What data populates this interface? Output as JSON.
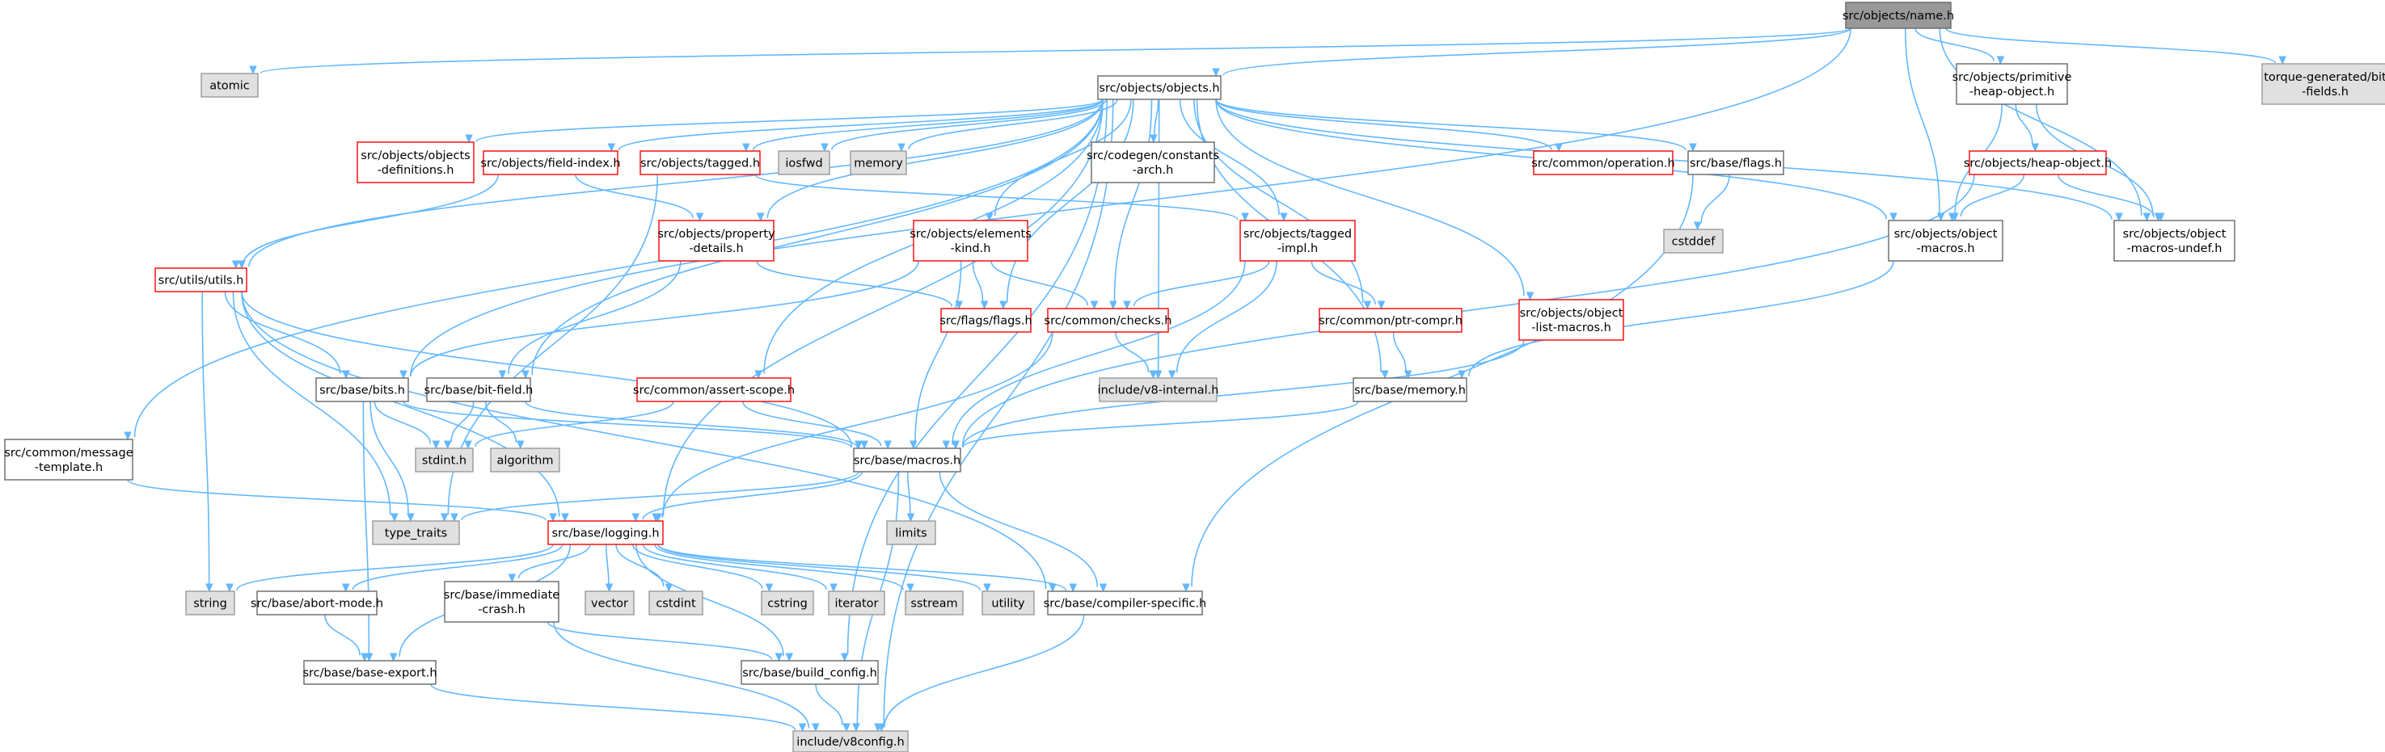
{
  "colors": {
    "root_fill": "#999999",
    "root_stroke": "#666666",
    "normal_fill": "#ffffff",
    "normal_stroke": "#666666",
    "red_stroke": "#ff0000",
    "system_fill": "#e0e0e0",
    "system_stroke": "#999999",
    "edge": "#63b8ff"
  },
  "nodes": {
    "name_h": {
      "lines": [
        "src/objects/name.h"
      ],
      "kind": "root"
    },
    "atomic": {
      "lines": [
        "atomic"
      ],
      "kind": "system"
    },
    "objects_h": {
      "lines": [
        "src/objects/objects.h"
      ],
      "kind": "normal"
    },
    "primitive_heap": {
      "lines": [
        "src/objects/primitive",
        "-heap-object.h"
      ],
      "kind": "normal"
    },
    "torque_bitfields": {
      "lines": [
        "torque-generated/bit",
        "-fields.h"
      ],
      "kind": "system"
    },
    "objects_definitions": {
      "lines": [
        "src/objects/objects",
        "-definitions.h"
      ],
      "kind": "red"
    },
    "field_index": {
      "lines": [
        "src/objects/field-index.h"
      ],
      "kind": "red"
    },
    "tagged_h": {
      "lines": [
        "src/objects/tagged.h"
      ],
      "kind": "red"
    },
    "iosfwd": {
      "lines": [
        "iosfwd"
      ],
      "kind": "system"
    },
    "memory": {
      "lines": [
        "memory"
      ],
      "kind": "system"
    },
    "codegen_constants": {
      "lines": [
        "src/codegen/constants",
        "-arch.h"
      ],
      "kind": "normal"
    },
    "common_operation": {
      "lines": [
        "src/common/operation.h"
      ],
      "kind": "red"
    },
    "base_flags": {
      "lines": [
        "src/base/flags.h"
      ],
      "kind": "normal"
    },
    "heap_object": {
      "lines": [
        "src/objects/heap-object.h"
      ],
      "kind": "red"
    },
    "cstddef": {
      "lines": [
        "cstddef"
      ],
      "kind": "system"
    },
    "object_macros": {
      "lines": [
        "src/objects/object",
        "-macros.h"
      ],
      "kind": "normal"
    },
    "object_macros_undef": {
      "lines": [
        "src/objects/object",
        "-macros-undef.h"
      ],
      "kind": "normal"
    },
    "property_details": {
      "lines": [
        "src/objects/property",
        "-details.h"
      ],
      "kind": "red"
    },
    "elements_kind": {
      "lines": [
        "src/objects/elements",
        "-kind.h"
      ],
      "kind": "red"
    },
    "tagged_impl": {
      "lines": [
        "src/objects/tagged",
        "-impl.h"
      ],
      "kind": "red"
    },
    "object_list_macros": {
      "lines": [
        "src/objects/object",
        "-list-macros.h"
      ],
      "kind": "red"
    },
    "utils_h": {
      "lines": [
        "src/utils/utils.h"
      ],
      "kind": "red"
    },
    "flags_flags": {
      "lines": [
        "src/flags/flags.h"
      ],
      "kind": "red"
    },
    "common_checks": {
      "lines": [
        "src/common/checks.h"
      ],
      "kind": "red"
    },
    "ptr_compr": {
      "lines": [
        "src/common/ptr-compr.h"
      ],
      "kind": "red"
    },
    "v8_internal": {
      "lines": [
        "include/v8-internal.h"
      ],
      "kind": "system"
    },
    "base_bits": {
      "lines": [
        "src/base/bits.h"
      ],
      "kind": "normal"
    },
    "bit_field": {
      "lines": [
        "src/base/bit-field.h"
      ],
      "kind": "normal"
    },
    "assert_scope": {
      "lines": [
        "src/common/assert-scope.h"
      ],
      "kind": "red"
    },
    "base_memory": {
      "lines": [
        "src/base/memory.h"
      ],
      "kind": "normal"
    },
    "stdint_h": {
      "lines": [
        "stdint.h"
      ],
      "kind": "system"
    },
    "algorithm": {
      "lines": [
        "algorithm"
      ],
      "kind": "system"
    },
    "message_template": {
      "lines": [
        "src/common/message",
        "-template.h"
      ],
      "kind": "normal"
    },
    "base_macros": {
      "lines": [
        "src/base/macros.h"
      ],
      "kind": "normal"
    },
    "type_traits": {
      "lines": [
        "type_traits"
      ],
      "kind": "system"
    },
    "limits": {
      "lines": [
        "limits"
      ],
      "kind": "system"
    },
    "base_logging": {
      "lines": [
        "src/base/logging.h"
      ],
      "kind": "red"
    },
    "string": {
      "lines": [
        "string"
      ],
      "kind": "system"
    },
    "abort_mode": {
      "lines": [
        "src/base/abort-mode.h"
      ],
      "kind": "normal"
    },
    "immediate_crash": {
      "lines": [
        "src/base/immediate",
        "-crash.h"
      ],
      "kind": "normal"
    },
    "vector": {
      "lines": [
        "vector"
      ],
      "kind": "system"
    },
    "cstdint": {
      "lines": [
        "cstdint"
      ],
      "kind": "system"
    },
    "cstring": {
      "lines": [
        "cstring"
      ],
      "kind": "system"
    },
    "iterator": {
      "lines": [
        "iterator"
      ],
      "kind": "system"
    },
    "sstream": {
      "lines": [
        "sstream"
      ],
      "kind": "system"
    },
    "utility": {
      "lines": [
        "utility"
      ],
      "kind": "system"
    },
    "compiler_specific": {
      "lines": [
        "src/base/compiler-specific.h"
      ],
      "kind": "normal"
    },
    "base_export": {
      "lines": [
        "src/base/base-export.h"
      ],
      "kind": "normal"
    },
    "build_config": {
      "lines": [
        "src/base/build_config.h"
      ],
      "kind": "normal"
    },
    "v8config": {
      "lines": [
        "include/v8config.h"
      ],
      "kind": "system"
    }
  },
  "edges": [
    [
      "name_h",
      "atomic"
    ],
    [
      "name_h",
      "objects_h"
    ],
    [
      "name_h",
      "primitive_heap"
    ],
    [
      "name_h",
      "torque_bitfields"
    ],
    [
      "name_h",
      "object_macros"
    ],
    [
      "name_h",
      "object_macros_undef"
    ],
    [
      "name_h",
      "base_bits"
    ],
    [
      "objects_h",
      "objects_definitions"
    ],
    [
      "objects_h",
      "field_index"
    ],
    [
      "objects_h",
      "tagged_h"
    ],
    [
      "objects_h",
      "iosfwd"
    ],
    [
      "objects_h",
      "memory"
    ],
    [
      "objects_h",
      "codegen_constants"
    ],
    [
      "objects_h",
      "common_operation"
    ],
    [
      "objects_h",
      "base_flags"
    ],
    [
      "objects_h",
      "object_macros"
    ],
    [
      "objects_h",
      "object_macros_undef"
    ],
    [
      "objects_h",
      "property_details"
    ],
    [
      "objects_h",
      "elements_kind"
    ],
    [
      "objects_h",
      "tagged_impl"
    ],
    [
      "objects_h",
      "object_list_macros"
    ],
    [
      "objects_h",
      "utils_h"
    ],
    [
      "objects_h",
      "flags_flags"
    ],
    [
      "objects_h",
      "common_checks"
    ],
    [
      "objects_h",
      "ptr_compr"
    ],
    [
      "objects_h",
      "v8_internal"
    ],
    [
      "objects_h",
      "bit_field"
    ],
    [
      "objects_h",
      "assert_scope"
    ],
    [
      "objects_h",
      "base_memory"
    ],
    [
      "objects_h",
      "message_template"
    ],
    [
      "objects_h",
      "base_logging"
    ],
    [
      "objects_h",
      "build_config"
    ],
    [
      "objects_h",
      "v8config"
    ],
    [
      "primitive_heap",
      "heap_object"
    ],
    [
      "primitive_heap",
      "object_macros"
    ],
    [
      "primitive_heap",
      "object_macros_undef"
    ],
    [
      "heap_object",
      "object_macros"
    ],
    [
      "heap_object",
      "object_macros_undef"
    ],
    [
      "heap_object",
      "base_macros"
    ],
    [
      "base_flags",
      "cstddef"
    ],
    [
      "base_flags",
      "compiler_specific"
    ],
    [
      "object_macros",
      "base_memory"
    ],
    [
      "field_index",
      "property_details"
    ],
    [
      "field_index",
      "utils_h"
    ],
    [
      "tagged_h",
      "tagged_impl"
    ],
    [
      "tagged_h",
      "type_traits"
    ],
    [
      "property_details",
      "flags_flags"
    ],
    [
      "property_details",
      "bit_field"
    ],
    [
      "elements_kind",
      "flags_flags"
    ],
    [
      "elements_kind",
      "common_checks"
    ],
    [
      "elements_kind",
      "base_bits"
    ],
    [
      "elements_kind",
      "base_macros"
    ],
    [
      "tagged_impl",
      "common_checks"
    ],
    [
      "tagged_impl",
      "ptr_compr"
    ],
    [
      "tagged_impl",
      "v8_internal"
    ],
    [
      "tagged_impl",
      "base_macros"
    ],
    [
      "object_list_macros",
      "base_macros"
    ],
    [
      "common_checks",
      "v8_internal"
    ],
    [
      "common_checks",
      "base_logging"
    ],
    [
      "ptr_compr",
      "base_memory"
    ],
    [
      "base_memory",
      "base_macros"
    ],
    [
      "utils_h",
      "base_bits"
    ],
    [
      "utils_h",
      "base_macros"
    ],
    [
      "utils_h",
      "string"
    ],
    [
      "utils_h",
      "type_traits"
    ],
    [
      "utils_h",
      "base_logging"
    ],
    [
      "utils_h",
      "compiler_specific"
    ],
    [
      "base_bits",
      "stdint_h"
    ],
    [
      "base_bits",
      "type_traits"
    ],
    [
      "base_bits",
      "base_macros"
    ],
    [
      "base_bits",
      "base_export"
    ],
    [
      "bit_field",
      "stdint_h"
    ],
    [
      "bit_field",
      "algorithm"
    ],
    [
      "bit_field",
      "base_macros"
    ],
    [
      "assert_scope",
      "stdint_h"
    ],
    [
      "assert_scope",
      "base_macros"
    ],
    [
      "message_template",
      "base_logging"
    ],
    [
      "base_macros",
      "type_traits"
    ],
    [
      "base_macros",
      "limits"
    ],
    [
      "base_macros",
      "base_logging"
    ],
    [
      "base_macros",
      "compiler_specific"
    ],
    [
      "base_macros",
      "v8config"
    ],
    [
      "base_logging",
      "string"
    ],
    [
      "base_logging",
      "abort_mode"
    ],
    [
      "base_logging",
      "immediate_crash"
    ],
    [
      "base_logging",
      "vector"
    ],
    [
      "base_logging",
      "cstdint"
    ],
    [
      "base_logging",
      "cstring"
    ],
    [
      "base_logging",
      "iterator"
    ],
    [
      "base_logging",
      "sstream"
    ],
    [
      "base_logging",
      "utility"
    ],
    [
      "base_logging",
      "compiler_specific"
    ],
    [
      "base_logging",
      "base_export"
    ],
    [
      "base_logging",
      "build_config"
    ],
    [
      "abort_mode",
      "base_export"
    ],
    [
      "immediate_crash",
      "build_config"
    ],
    [
      "immediate_crash",
      "v8config"
    ],
    [
      "compiler_specific",
      "v8config"
    ],
    [
      "base_export",
      "v8config"
    ],
    [
      "build_config",
      "v8config"
    ]
  ]
}
